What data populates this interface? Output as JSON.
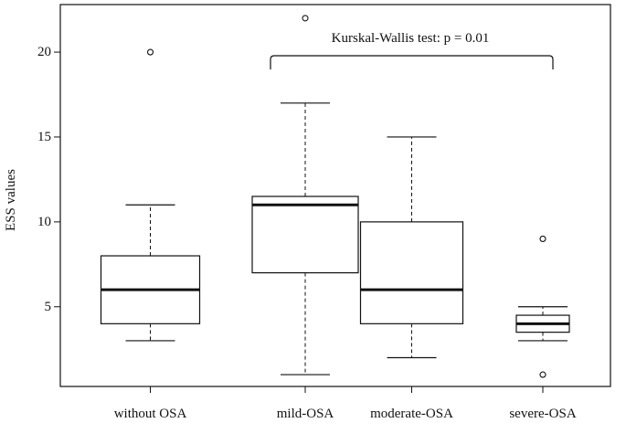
{
  "chart_data": {
    "type": "boxplot",
    "ylabel": "ESS values",
    "ylim": [
      0,
      23.3
    ],
    "yticks": [
      5,
      10,
      15,
      20
    ],
    "grid": false,
    "categories": [
      "without OSA",
      "mild-OSA",
      "moderate-OSA",
      "severe-OSA"
    ],
    "boxes": [
      {
        "category": "without OSA",
        "whisker_low": 3,
        "q1": 4,
        "median": 6,
        "q3": 8,
        "whisker_high": 11,
        "outliers": [
          20
        ]
      },
      {
        "category": "mild-OSA",
        "whisker_low": 1,
        "q1": 7,
        "median": 11,
        "q3": 11.5,
        "whisker_high": 17,
        "outliers": [
          22
        ]
      },
      {
        "category": "moderate-OSA",
        "whisker_low": 2,
        "q1": 4,
        "median": 6,
        "q3": 10,
        "whisker_high": 15,
        "outliers": []
      },
      {
        "category": "severe-OSA",
        "whisker_low": 3,
        "q1": 3.5,
        "median": 4,
        "q3": 4.5,
        "whisker_high": 5,
        "outliers": [
          9,
          1
        ]
      }
    ],
    "annotations": [
      {
        "text": "Kurskal-Wallis test: p = 0.01",
        "from_category": "mild-OSA",
        "to_category": "severe-OSA",
        "type": "bracket"
      }
    ],
    "colors": {
      "ink": "#111111",
      "box_fill": "#ffffff"
    }
  }
}
